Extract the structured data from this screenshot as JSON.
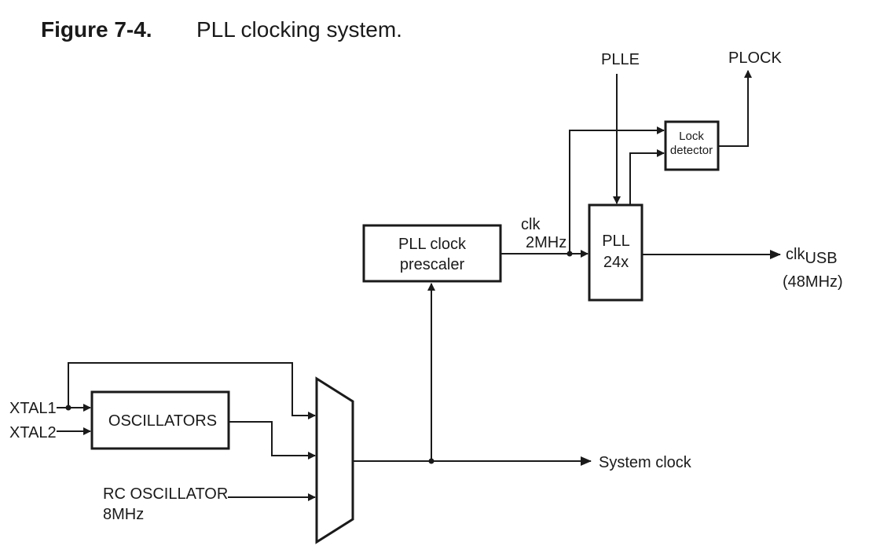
{
  "figure": {
    "number": "Figure 7-4.",
    "title": "PLL clocking system."
  },
  "inputs": {
    "xtal1": "XTAL1",
    "xtal2": "XTAL2",
    "rc_osc_line1": "RC OSCILLATOR",
    "rc_osc_line2": "8MHz",
    "plle": "PLLE"
  },
  "blocks": {
    "oscillators": "OSCILLATORS",
    "prescaler_line1": "PLL clock",
    "prescaler_line2": "prescaler",
    "pll_line1": "PLL",
    "pll_line2": "24x",
    "lock_line1": "Lock",
    "lock_line2": "detector"
  },
  "signals": {
    "clk_line1": "clk",
    "clk_line2": "2MHz",
    "plock": "PLOCK",
    "clkusb_main": "clk",
    "clkusb_sub": "USB",
    "clkusb_freq": "(48MHz)",
    "system_clock": "System clock"
  }
}
